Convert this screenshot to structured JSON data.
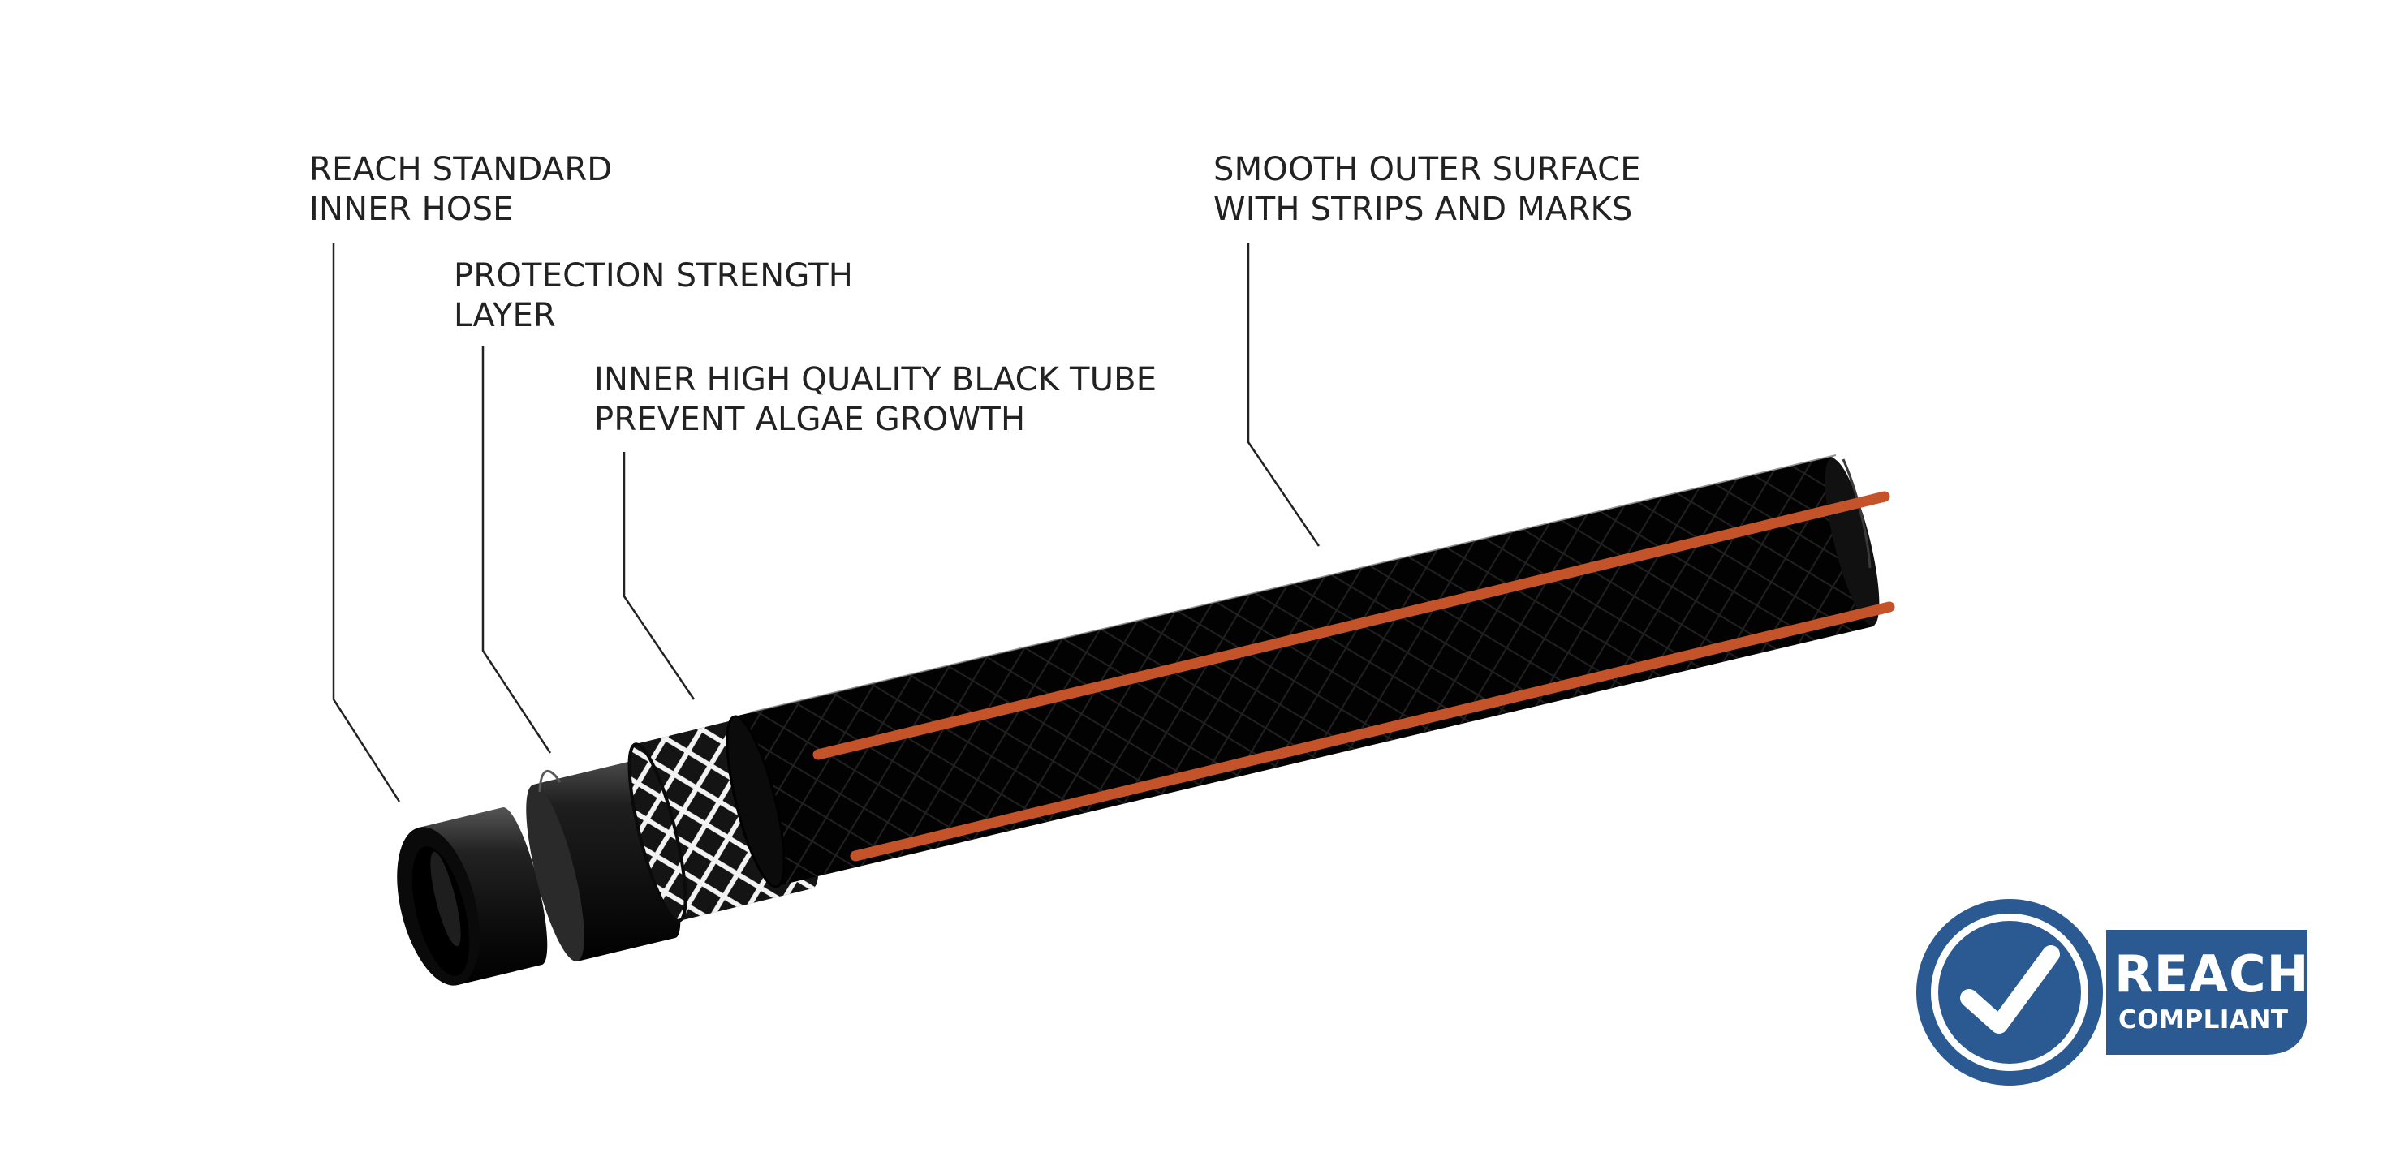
{
  "callouts": [
    {
      "line1": "REACH STANDARD",
      "line2": "INNER HOSE"
    },
    {
      "line1": "PROTECTION STRENGTH",
      "line2": "LAYER"
    },
    {
      "line1": "INNER HIGH QUALITY BLACK TUBE",
      "line2": "PREVENT ALGAE GROWTH"
    },
    {
      "line1": "SMOOTH OUTER SURFACE",
      "line2": "WITH STRIPS AND MARKS"
    }
  ],
  "badge": {
    "word": "REACH",
    "sub": "COMPLIANT",
    "icon": "checkmark-icon"
  },
  "colors": {
    "hose_black": "#151515",
    "stripe": "#c5532a",
    "mesh": "#ffffff",
    "badge_blue": "#2b5a93",
    "text": "#222222",
    "leader": "#222222"
  }
}
